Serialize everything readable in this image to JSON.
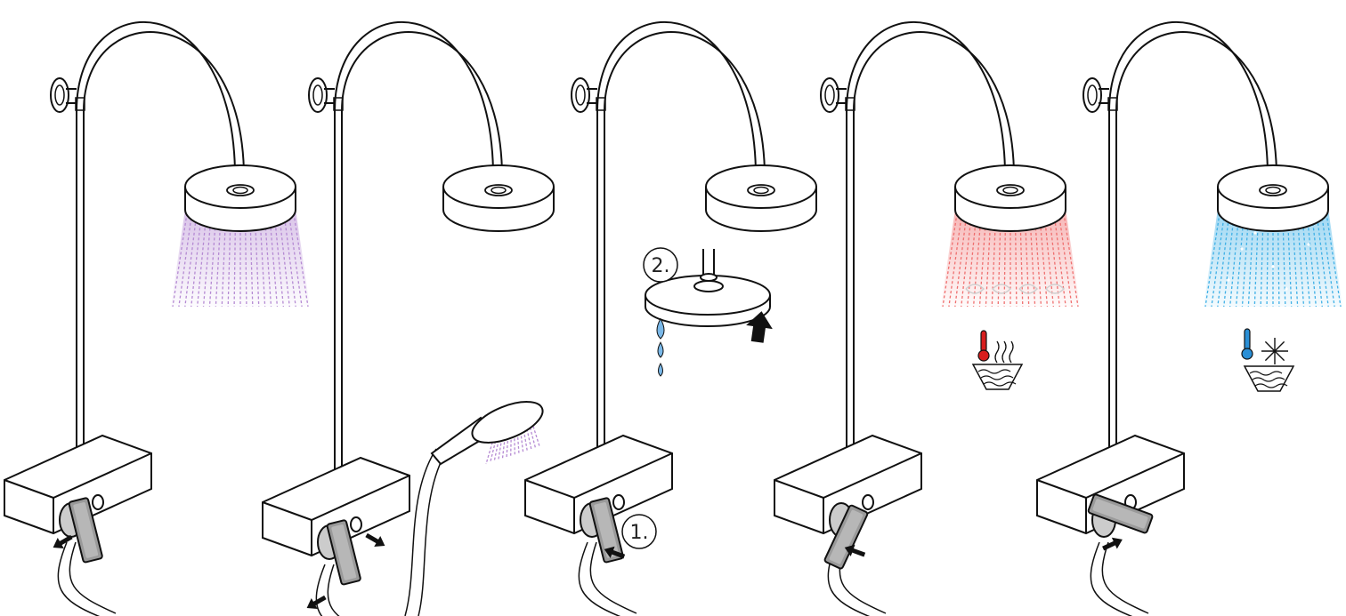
{
  "steps": [
    {
      "spray": "purple",
      "handle": "front",
      "arrow": "left",
      "handshower": false,
      "extra": "none"
    },
    {
      "spray": "none",
      "handle": "front",
      "arrow": "left",
      "handshower": true,
      "extra": "knob-out"
    },
    {
      "spray": "none",
      "handle": "front",
      "arrow": "push",
      "handshower": false,
      "extra": "cleaning",
      "labels": [
        "1.",
        "2."
      ]
    },
    {
      "spray": "red",
      "handle": "right",
      "arrow": "left",
      "handshower": false,
      "extra": "hot-icon"
    },
    {
      "spray": "blue",
      "handle": "left",
      "arrow": "right",
      "handshower": false,
      "extra": "cold-icon"
    }
  ],
  "colors": {
    "line": "#111111",
    "purple": "#b58ad3",
    "red": "#ef6f6f",
    "blue": "#3fb0e6",
    "handle": "#9a9a9a",
    "thermo_hot": "#d81e1e",
    "thermo_cold": "#2a8fd6",
    "drop": "#7ab8e8"
  },
  "icons": [
    "thermometer-hot-icon",
    "thermometer-cold-icon",
    "snowflake-icon",
    "water-waves-icon",
    "steam-icon",
    "water-drop-icon",
    "arrow-up-icon"
  ]
}
